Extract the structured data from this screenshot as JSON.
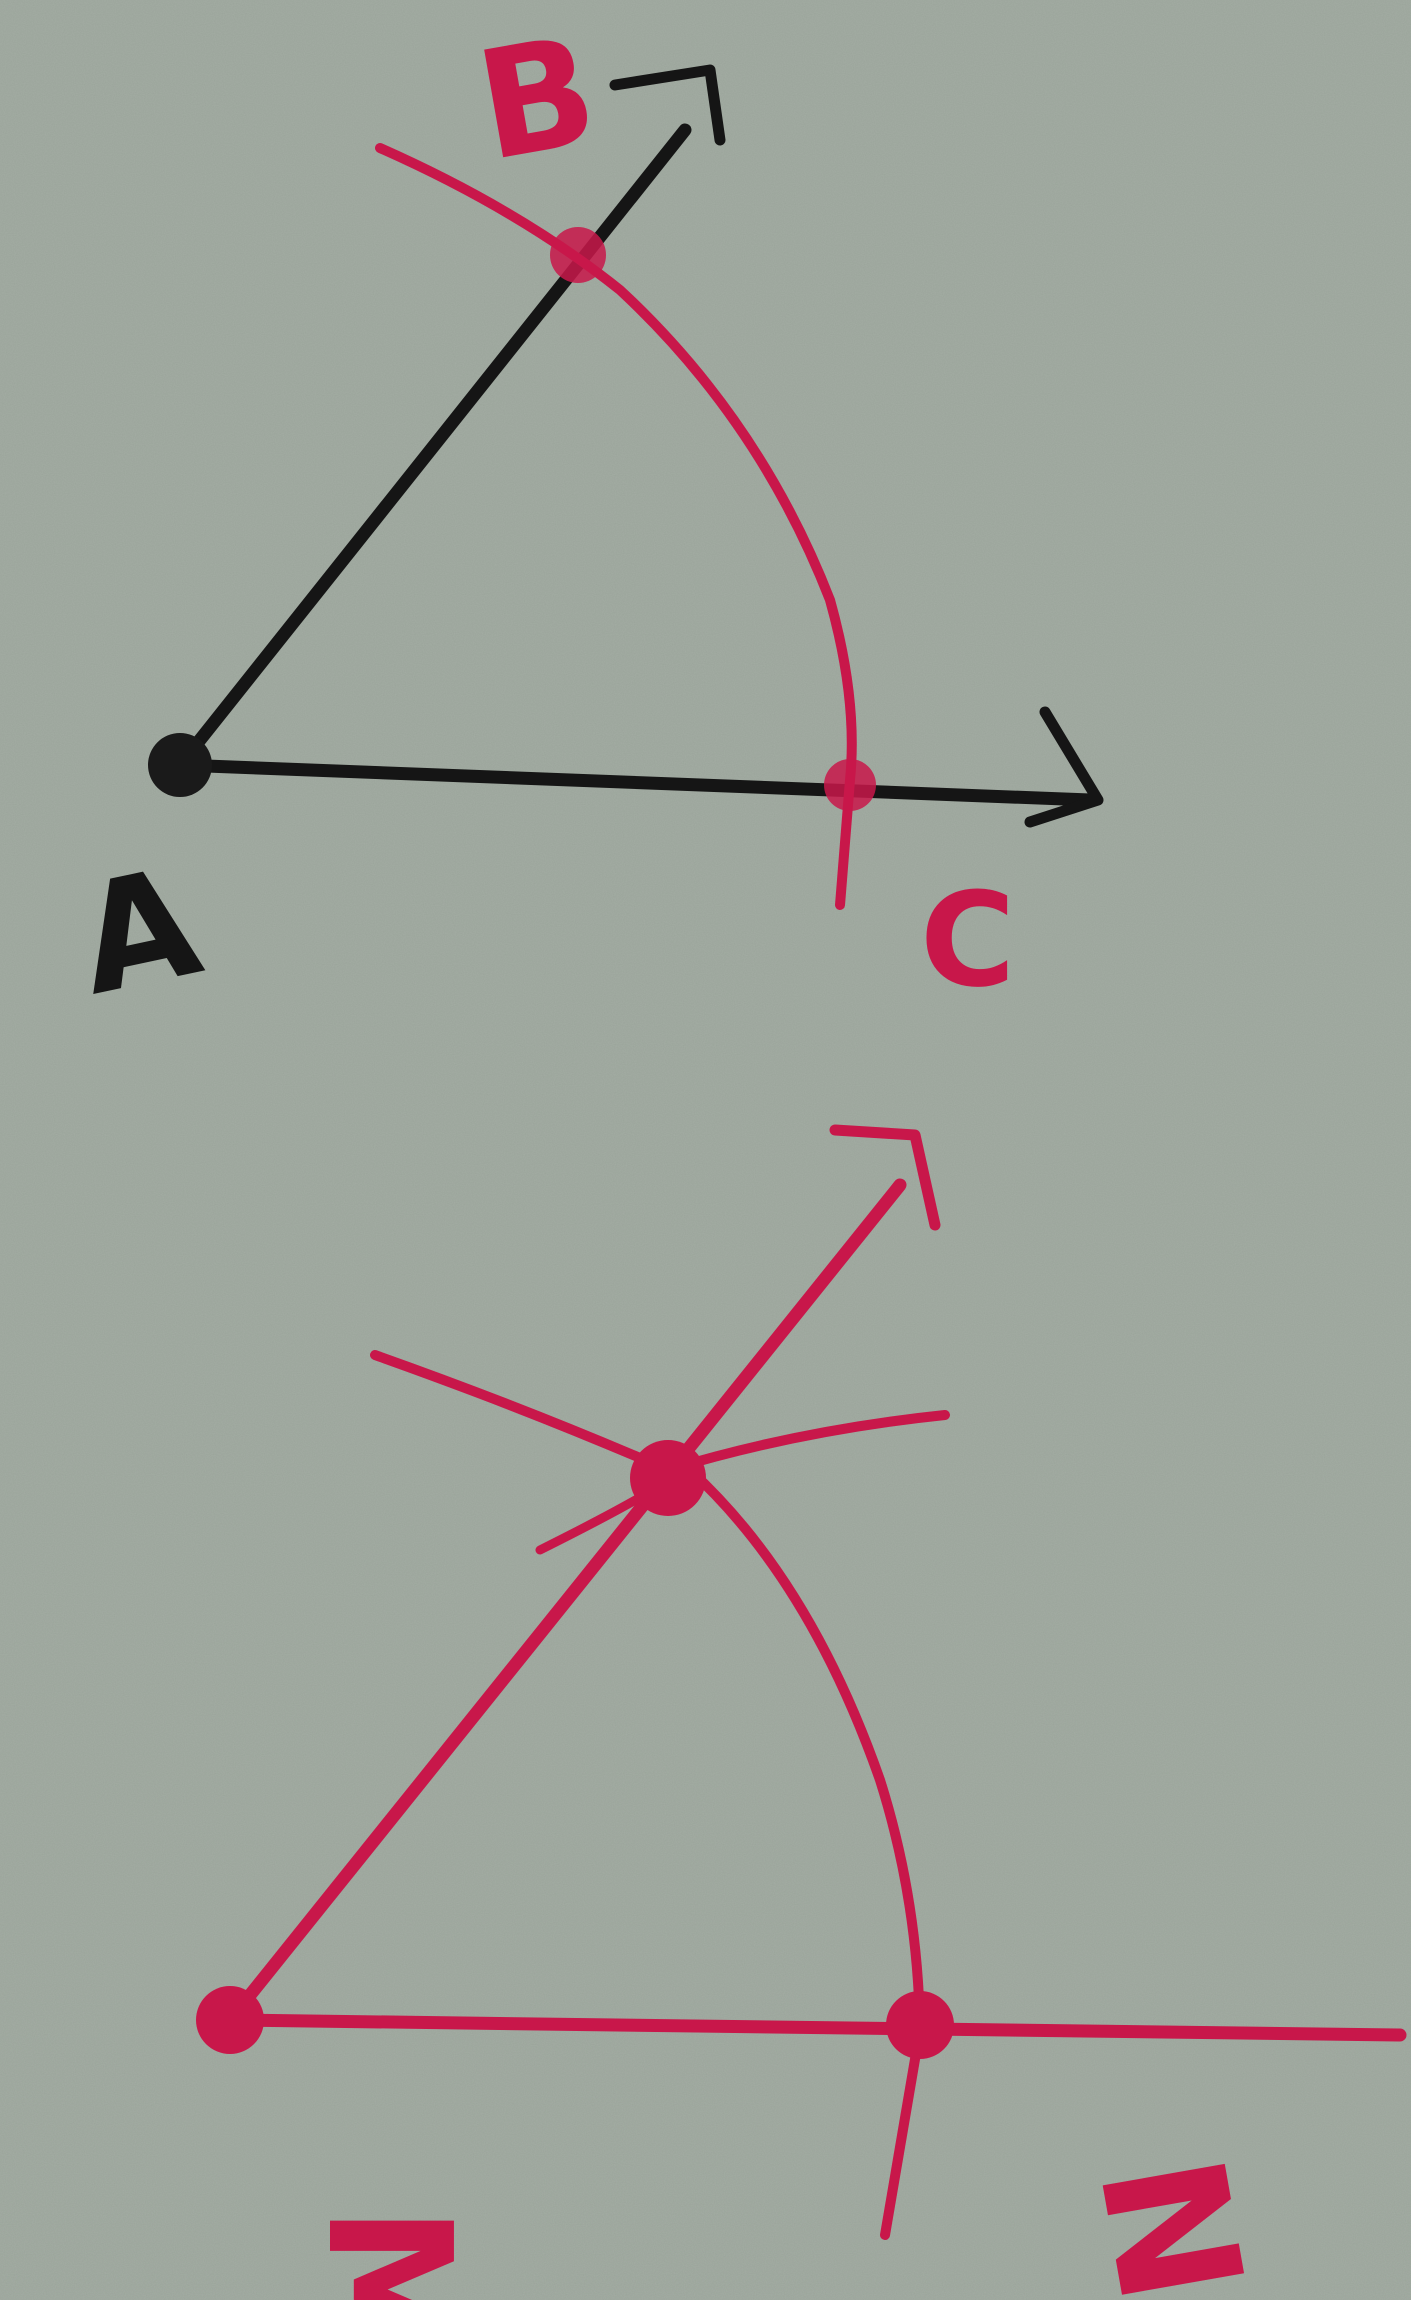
{
  "diagram": {
    "top_figure": {
      "labels": {
        "vertex": "A",
        "ray_point_upper": "B",
        "ray_point_lower": "C"
      }
    },
    "bottom_figure": {
      "labels": {
        "vertex": "M",
        "ray_point": "N"
      }
    }
  },
  "colors": {
    "paper": "#9fa89f",
    "pencil": "#111111",
    "red_pen": "#c8174a"
  }
}
